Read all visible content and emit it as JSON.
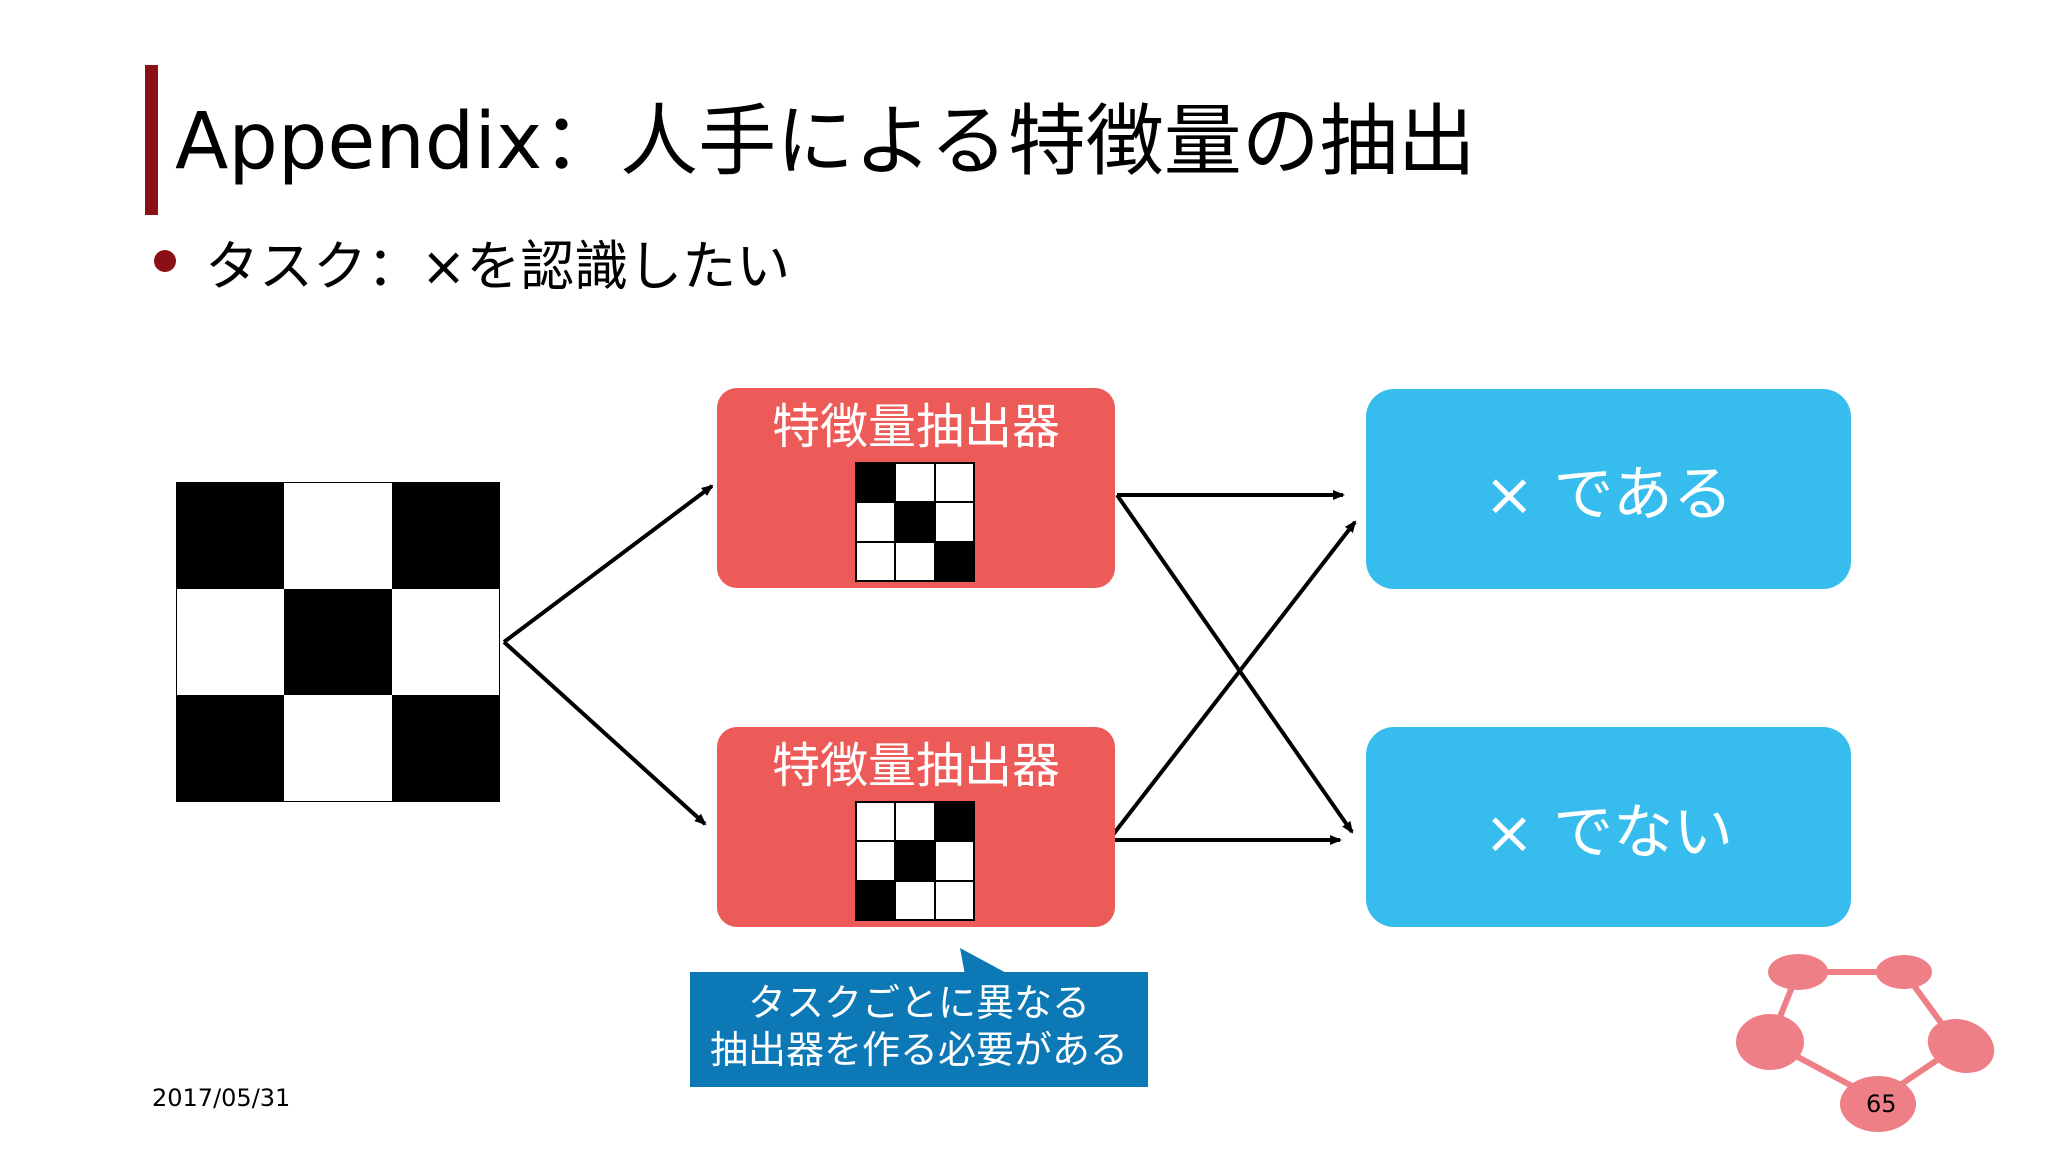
{
  "slide": {
    "title": "Appendix：人手による特徴量の抽出",
    "bullet": "タスク：×を認識したい",
    "input_grid": [
      [
        1,
        0,
        1
      ],
      [
        0,
        1,
        0
      ],
      [
        1,
        0,
        1
      ]
    ],
    "extractors": [
      {
        "label": "特徴量抽出器",
        "grid": [
          [
            1,
            0,
            0
          ],
          [
            0,
            1,
            0
          ],
          [
            0,
            0,
            1
          ]
        ]
      },
      {
        "label": "特徴量抽出器",
        "grid": [
          [
            0,
            0,
            1
          ],
          [
            0,
            1,
            0
          ],
          [
            1,
            0,
            0
          ]
        ]
      }
    ],
    "outputs": [
      {
        "label": "× である"
      },
      {
        "label": "× でない"
      }
    ],
    "callout": {
      "line1": "タスクごとに異なる",
      "line2": "抽出器を作る必要がある"
    },
    "date": "2017/05/31",
    "page_number": "65"
  },
  "colors": {
    "accent": "#8b1016",
    "extractor": "#ec5b58",
    "output": "#36bdee",
    "callout": "#0c78b6",
    "logo": "#ee7f86"
  }
}
